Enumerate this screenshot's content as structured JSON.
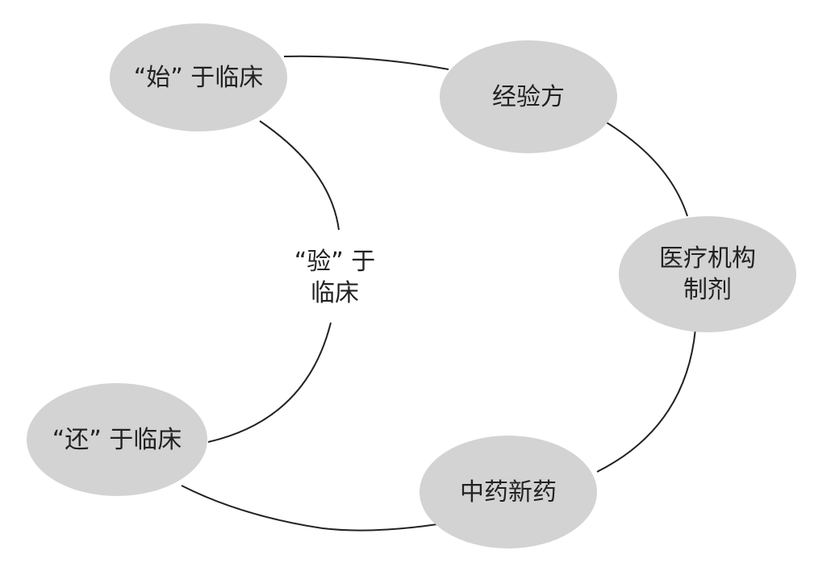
{
  "nodes": {
    "start": "“始” 于临床",
    "experience": "经验方",
    "institution_l1": "医疗机构",
    "institution_l2": "制剂",
    "new_drug": "中药新药",
    "return": "“还” 于临床"
  },
  "center_label": {
    "line1": "“验” 于",
    "line2": "临床"
  },
  "colors": {
    "node_fill": "#d3d3d3",
    "line": "#222222"
  }
}
